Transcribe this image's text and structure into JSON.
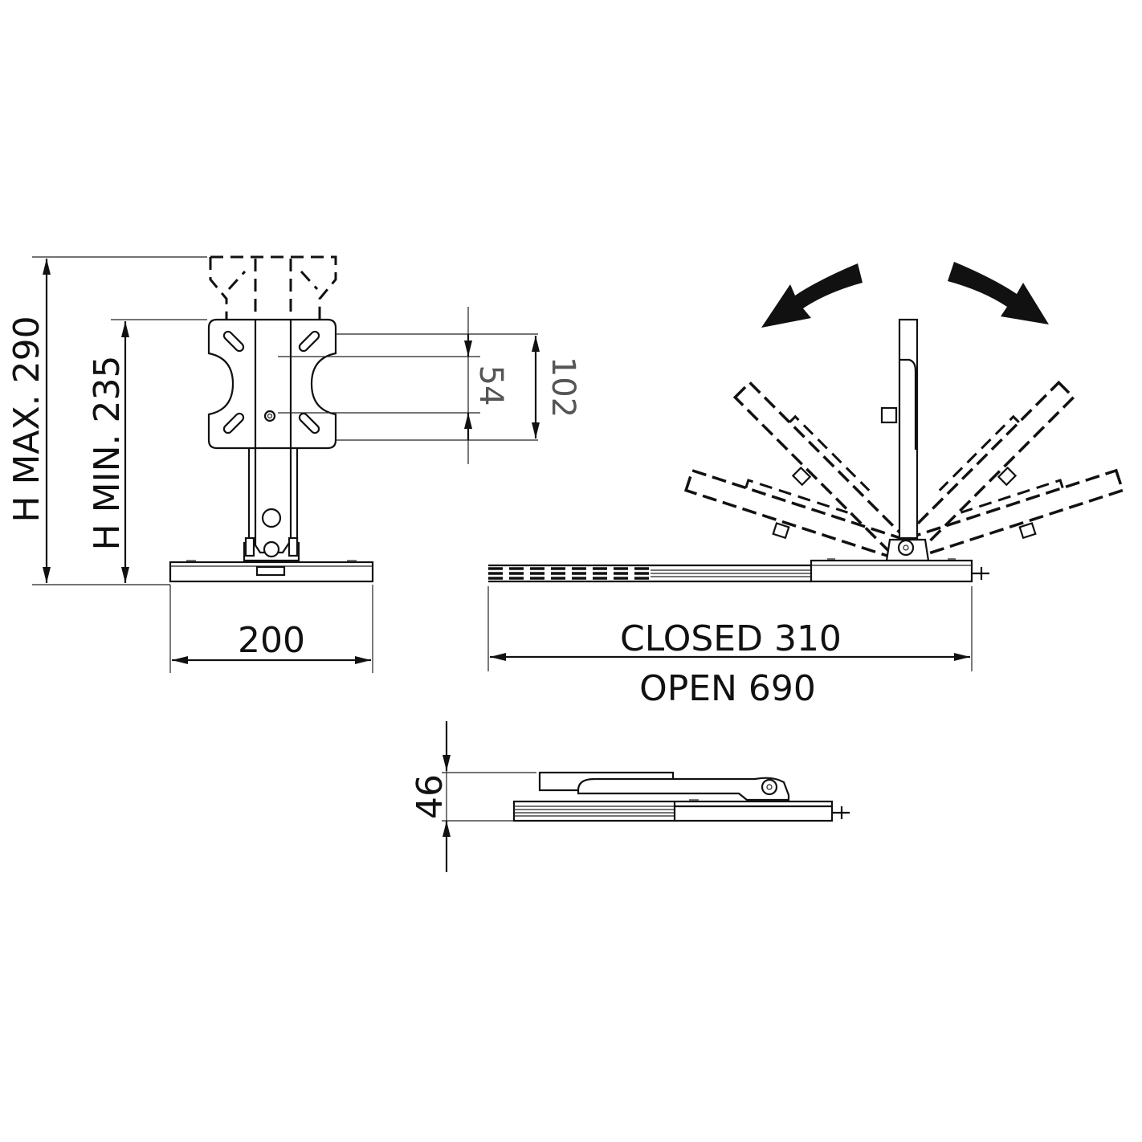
{
  "dimensions": {
    "h_max": "H MAX. 290",
    "h_min": "H MIN. 235",
    "width": "200",
    "hole_inner": "54",
    "hole_outer": "102",
    "closed": "CLOSED 310",
    "open": "OPEN 690",
    "thickness": "46"
  },
  "colors": {
    "line": "#111111",
    "secondary": "#555555",
    "background": "#ffffff"
  }
}
